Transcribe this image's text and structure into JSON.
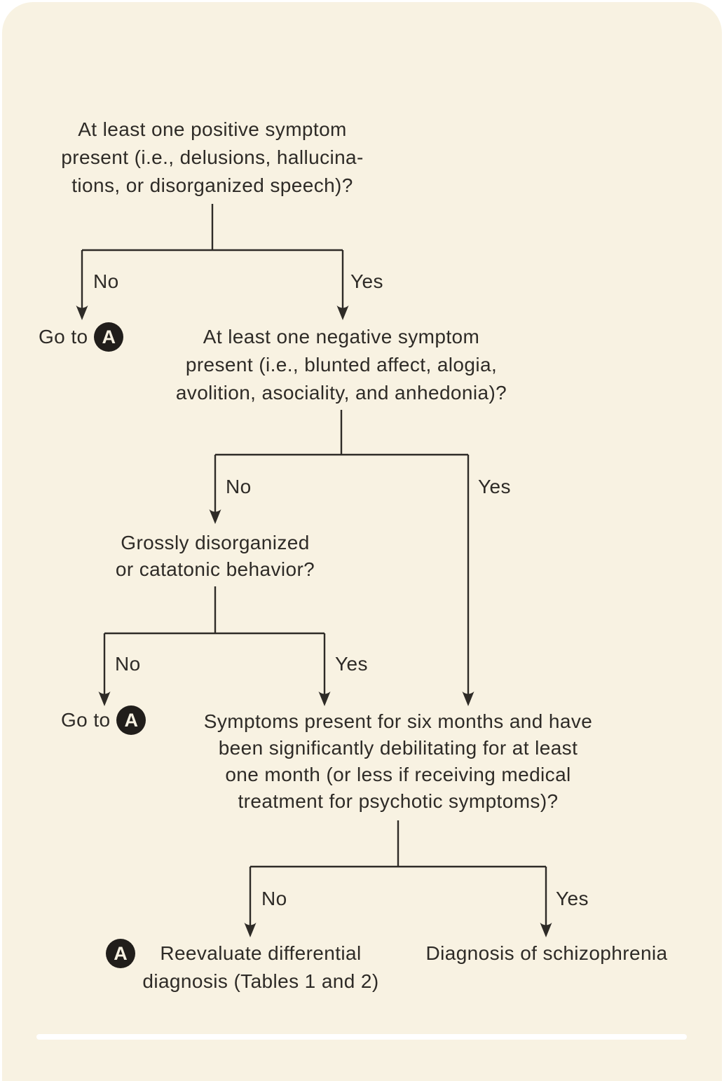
{
  "colors": {
    "page": "#ffffff",
    "background": "#f8f2e2",
    "ink": "#2e2b27",
    "badge_bg": "#211e1b",
    "badge_fg": "#f8f2e2",
    "divider": "#ffffff"
  },
  "flowchart": {
    "questions": {
      "q1": {
        "lines": [
          "At least one positive symptom",
          "present (i.e., delusions, hallucina-",
          "tions, or disorganized speech)?"
        ]
      },
      "q2": {
        "lines": [
          "At least one negative symptom",
          "present (i.e., blunted affect, alogia,",
          "avolition, asociality, and anhedonia)?"
        ]
      },
      "q3": {
        "lines": [
          "Grossly disorganized",
          "or catatonic behavior?"
        ]
      },
      "q4": {
        "lines": [
          "Symptoms present for six months and have",
          "been significantly debilitating for at least",
          "one month (or less if receiving medical",
          "treatment for psychotic symptoms)?"
        ]
      }
    },
    "branch_labels": {
      "b1": {
        "no": "No",
        "yes": "Yes"
      },
      "b2": {
        "no": "No",
        "yes": "Yes"
      },
      "b3": {
        "no": "No",
        "yes": "Yes"
      },
      "b4": {
        "no": "No",
        "yes": "Yes"
      }
    },
    "goto": {
      "text": "Go to",
      "badge": "A"
    },
    "results": {
      "reevaluate": {
        "badge": "A",
        "lines": [
          "Reevaluate differential",
          "diagnosis (Tables 1 and 2)"
        ]
      },
      "schizophrenia": {
        "text": "Diagnosis of schizophrenia"
      }
    }
  }
}
